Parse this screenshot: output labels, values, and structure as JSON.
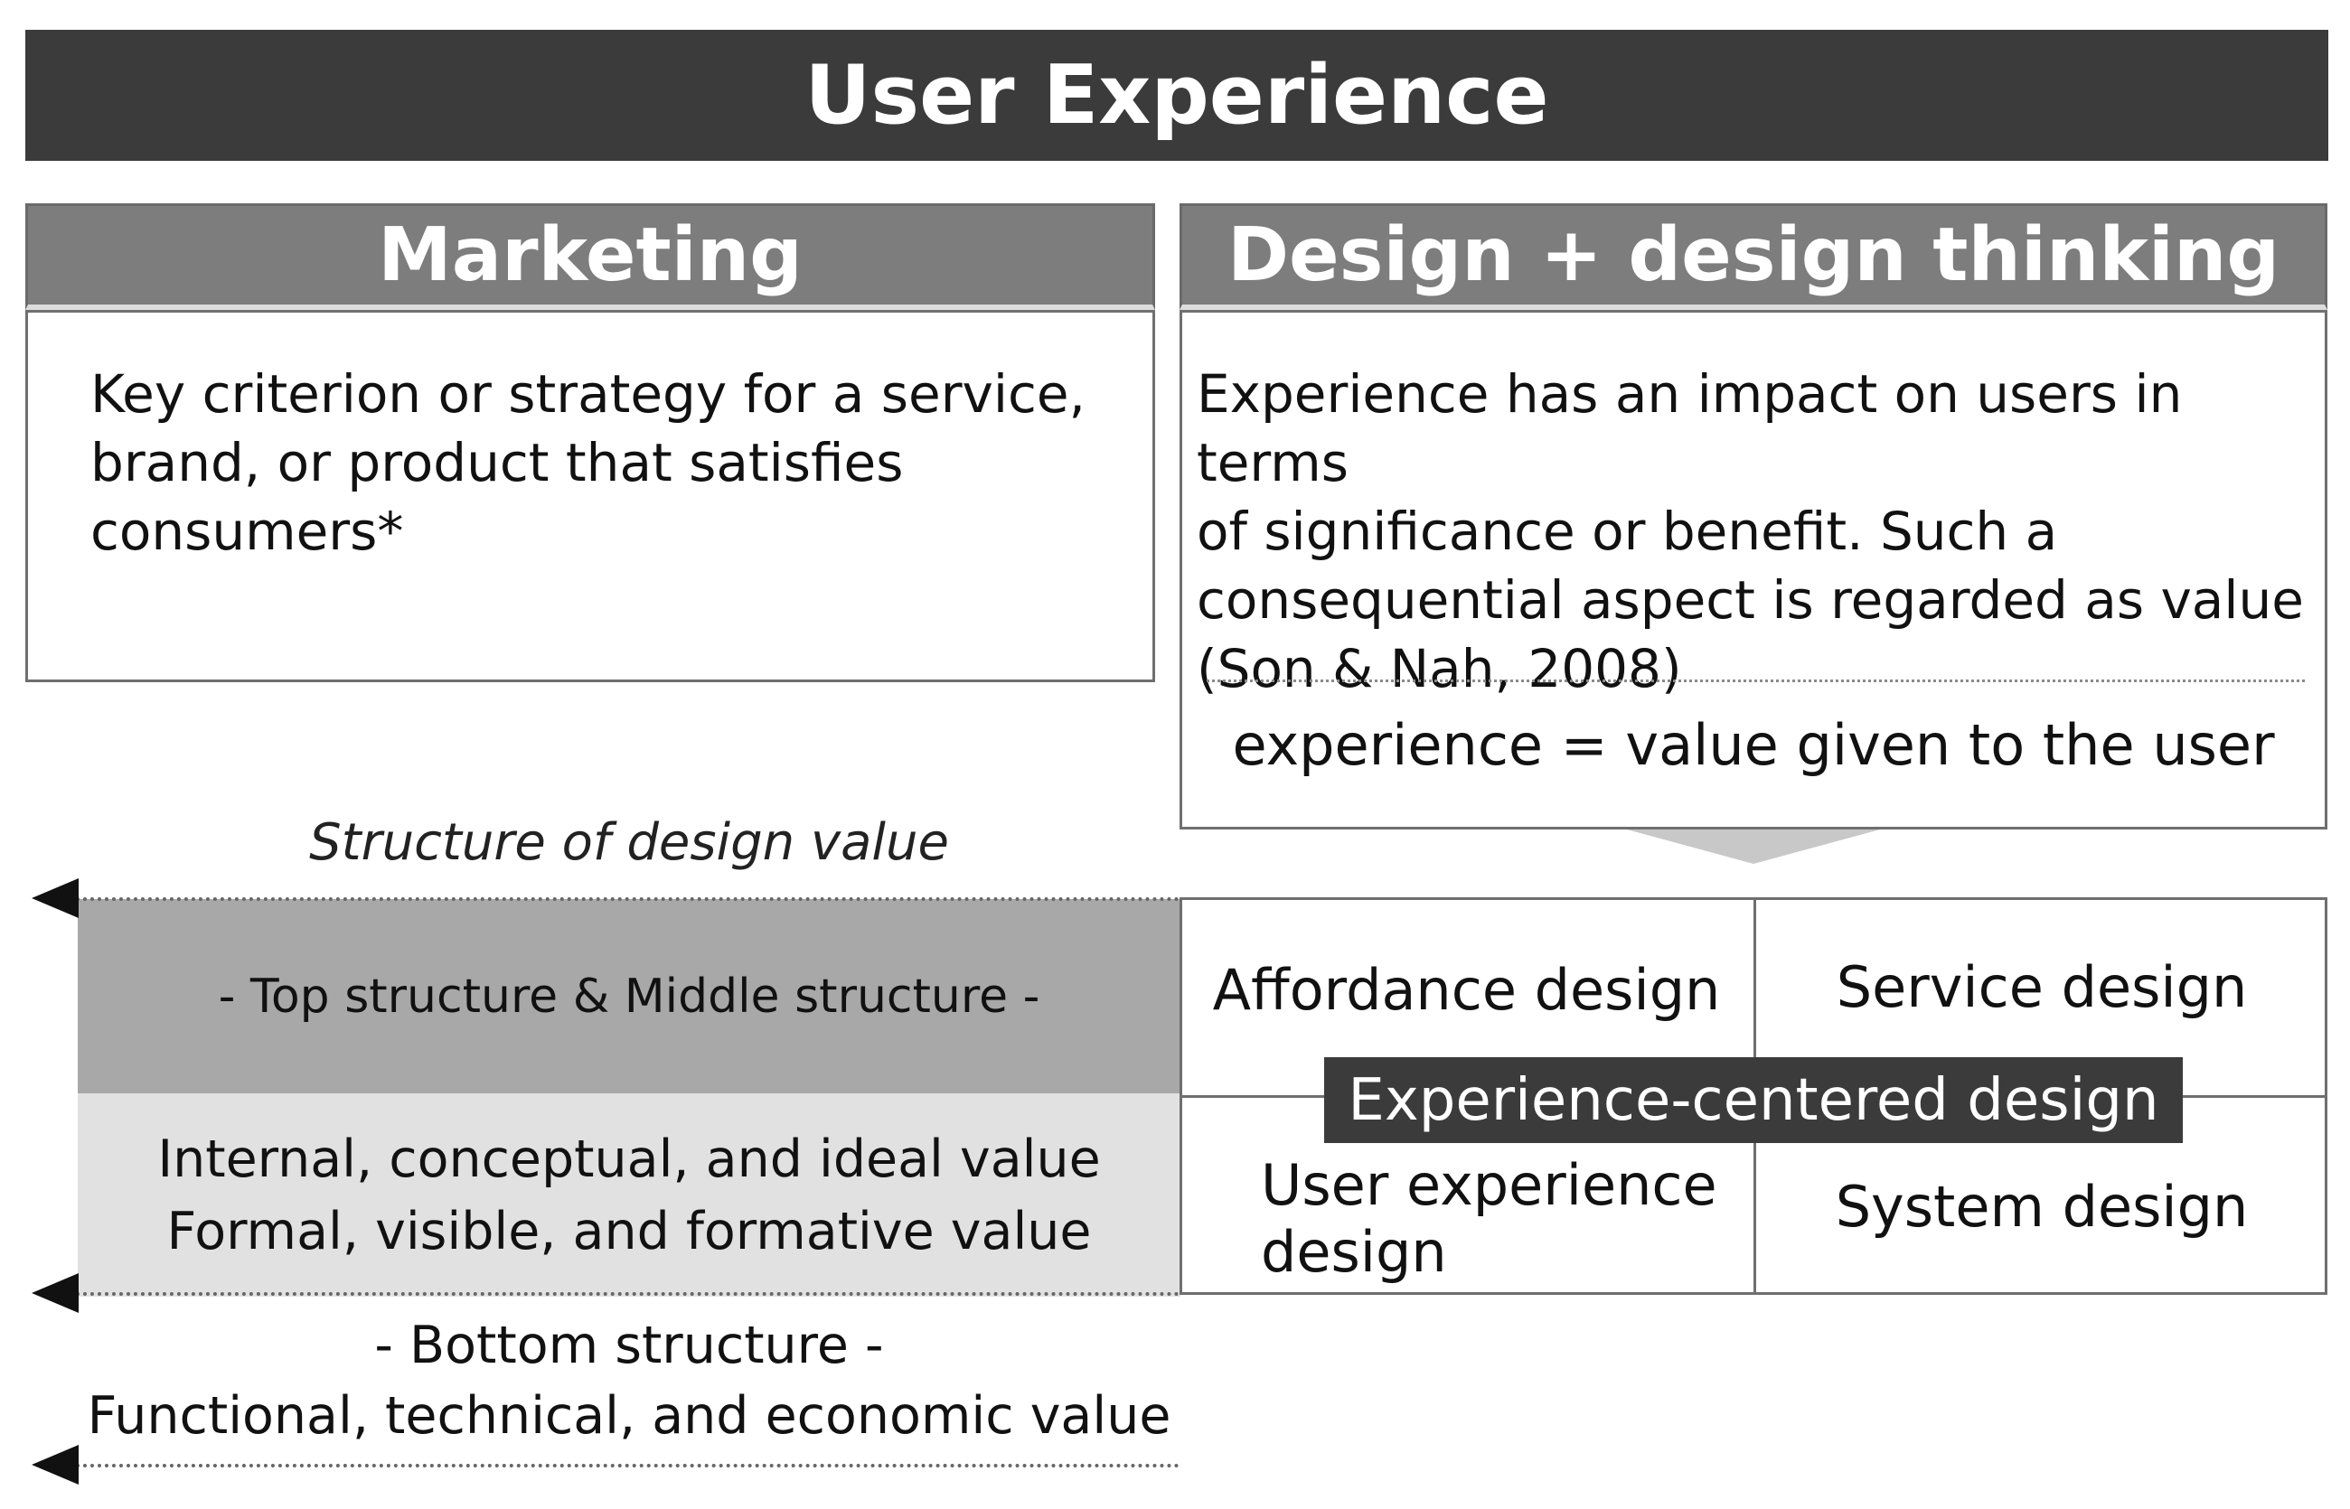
{
  "title": "User Experience",
  "marketing": {
    "header": "Marketing",
    "lines": [
      "Key criterion or strategy for a service,",
      "brand, or product that satisfies",
      "consumers*"
    ]
  },
  "design": {
    "header": "Design + design thinking",
    "lines": [
      "Experience has an impact on users in terms",
      "of significance or benefit. Such a",
      "consequential aspect is regarded as value",
      "(Son & Nah, 2008)"
    ],
    "equation": "experience = value given to the user"
  },
  "structure": {
    "caption": "Structure of design value",
    "top_middle_label": "- Top structure & Middle structure -",
    "top_middle_lines": [
      "Internal, conceptual, and ideal value",
      "Formal, visible, and formative value"
    ],
    "bottom_label": "- Bottom structure -",
    "bottom_line": "Functional, technical, and economic value"
  },
  "grid": {
    "top_left": "Affordance design",
    "top_right": "Service design",
    "bottom_left_lines": [
      "User experience",
      "design"
    ],
    "bottom_right": "System design",
    "center": "Experience-centered design"
  },
  "colors": {
    "dark_header": "#3b3b3b",
    "mid_header": "#7d7d7d",
    "band_dark": "#a8a8a8",
    "band_light": "#e1e1e1"
  }
}
